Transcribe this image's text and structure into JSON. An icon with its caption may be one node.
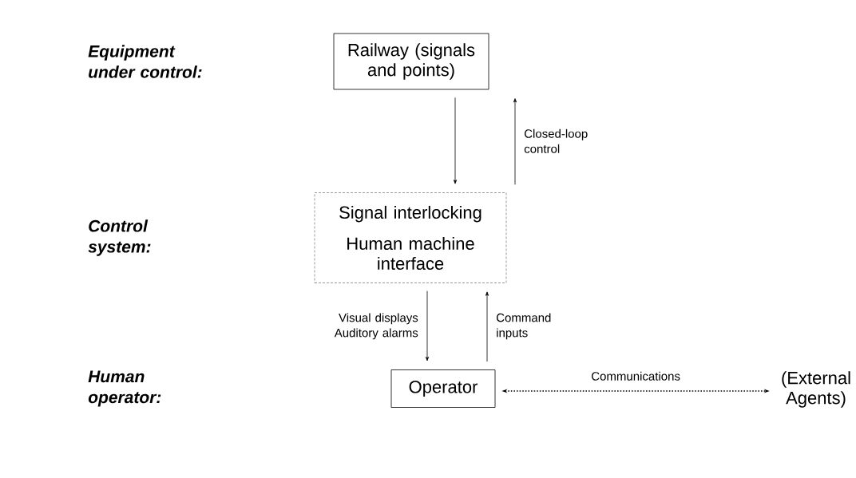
{
  "diagram": {
    "nodes": [
      {
        "text": [
          "Railway (signals and points)"
        ]
      },
      {
        "text": [
          "Signal interlocking",
          "Human machine interface"
        ]
      },
      {
        "text": [
          "Operator"
        ]
      },
      {
        "text": [
          "(External Agents)"
        ]
      }
    ],
    "edges": [
      {
        "from": 0,
        "to": 1,
        "arrow": "to"
      },
      {
        "from": 1,
        "to": 0,
        "arrow": "to",
        "label": "Closed-loop control"
      },
      {
        "from": 1,
        "to": 2,
        "arrow": "to",
        "label": "Visual displays Auditory alarms"
      },
      {
        "from": 2,
        "to": 1,
        "arrow": "to",
        "label": "Command inputs"
      },
      {
        "from": 2,
        "to": 3,
        "arrow": "both",
        "label": "Communications",
        "style": "dashed"
      }
    ],
    "labels": [
      "Equipment under control:",
      "Control system:",
      "Human operator:"
    ]
  }
}
